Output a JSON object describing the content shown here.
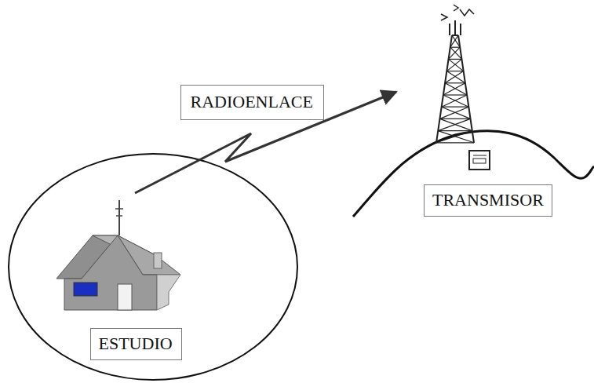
{
  "diagram": {
    "nodes": [
      {
        "text": [
          "RADIOENLACE"
        ]
      },
      {
        "text": [
          "TRANSMISOR"
        ]
      },
      {
        "text": [
          "ESTUDIO"
        ]
      }
    ]
  }
}
